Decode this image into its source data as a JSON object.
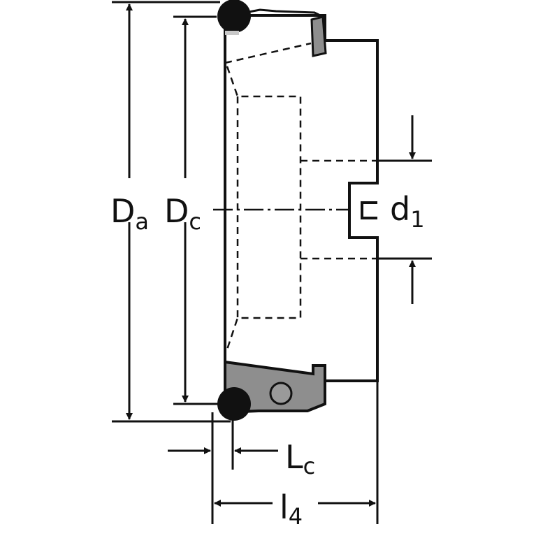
{
  "drawing": {
    "labels": {
      "da_main": "D",
      "da_sub": "a",
      "dc_main": "D",
      "dc_sub": "c",
      "d1_main": "d",
      "d1_sub": "1",
      "lc_main": "L",
      "lc_sub": "c",
      "l4_main": "l",
      "l4_sub": "4"
    },
    "colors": {
      "body_fill": "#c8c8c8",
      "insert_fill": "#8e8e8e",
      "line": "#111111",
      "background": "#ffffff"
    }
  }
}
